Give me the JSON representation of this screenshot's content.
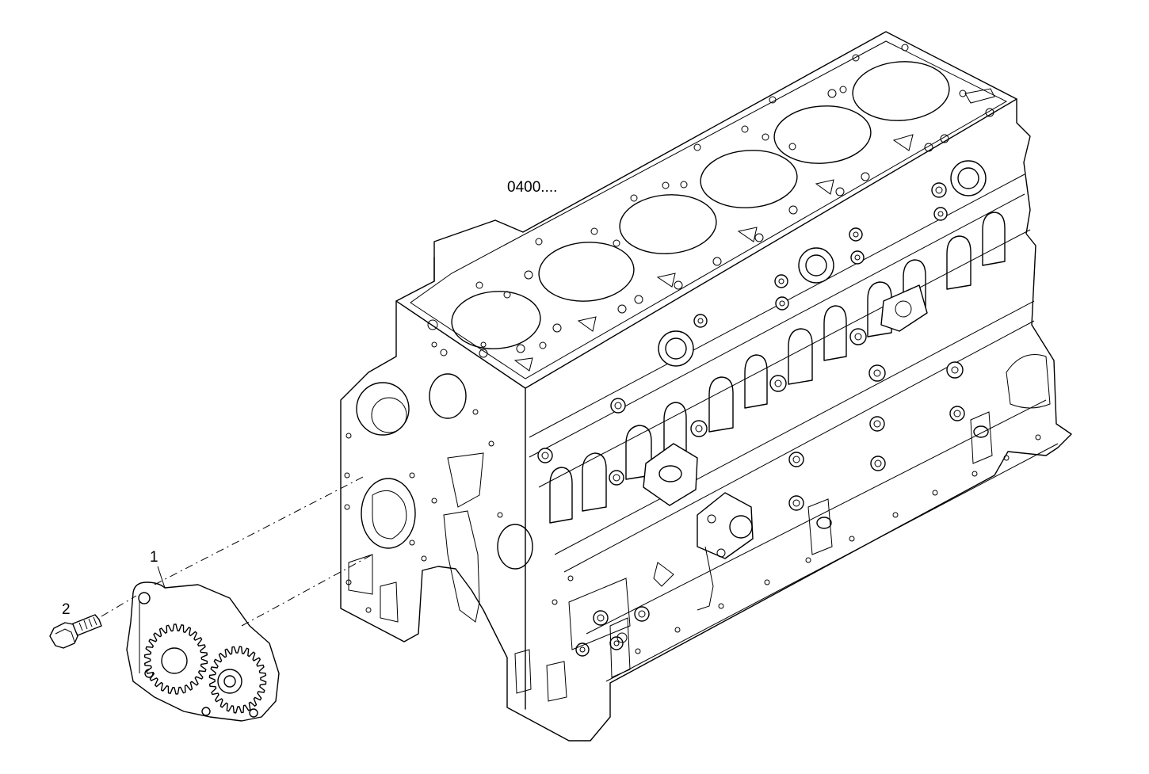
{
  "diagram": {
    "reference_label": "0400....",
    "callouts": [
      {
        "number": "1",
        "part": "oil-pump"
      },
      {
        "number": "2",
        "part": "bolt"
      }
    ]
  }
}
